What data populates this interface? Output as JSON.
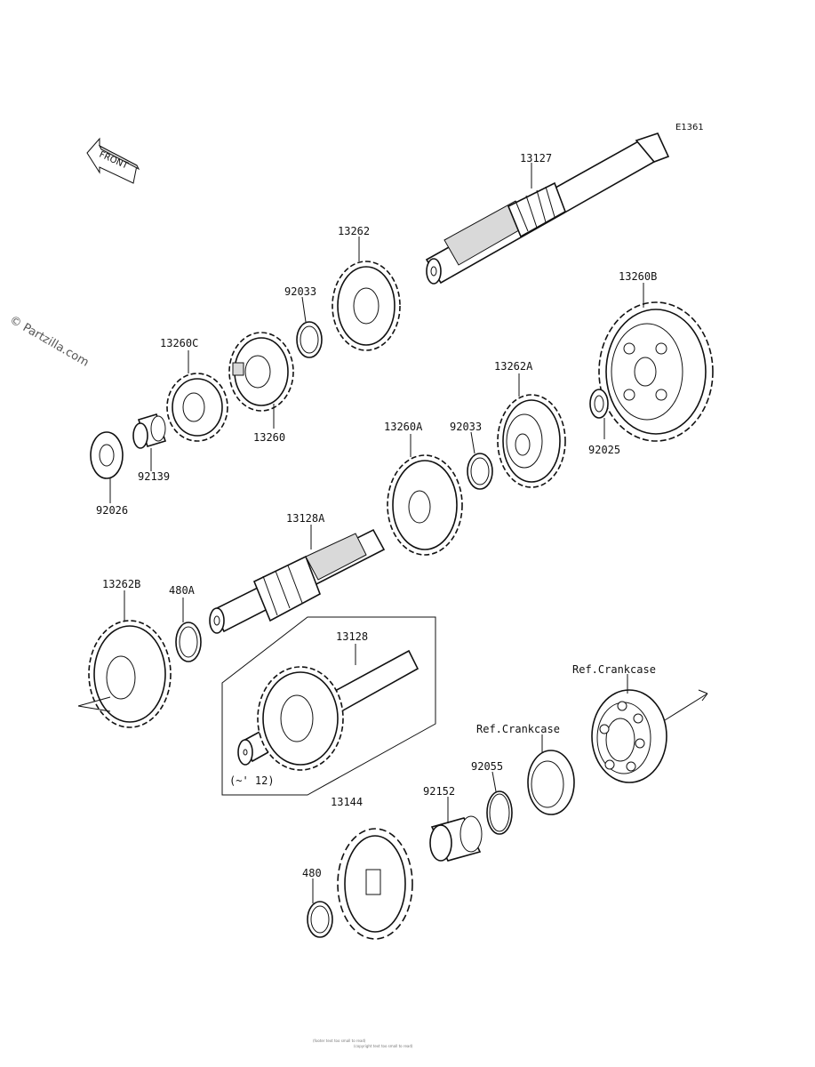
{
  "diagram_code": "E1361",
  "front_label": "FRONT",
  "watermark": "© Partzilla.com",
  "footer_lines": [
    "(footer text too small to read)",
    "(copyright text too small to read)"
  ],
  "inset_note": "(~' 12)",
  "part_numbers": {
    "p13127": "13127",
    "p13262": "13262",
    "p92033_a": "92033",
    "p13260C": "13260C",
    "p13260": "13260",
    "p92139": "92139",
    "p92026": "92026",
    "p13260B": "13260B",
    "p13262A": "13262A",
    "p92025": "92025",
    "p13260A": "13260A",
    "p92033_b": "92033",
    "p13128A": "13128A",
    "p13262B": "13262B",
    "p480A": "480A",
    "p13128": "13128",
    "p13144": "13144",
    "p480": "480",
    "p92152": "92152",
    "p92055": "92055",
    "ref_crankcase_a": "Ref.Crankcase",
    "ref_crankcase_b": "Ref.Crankcase"
  }
}
